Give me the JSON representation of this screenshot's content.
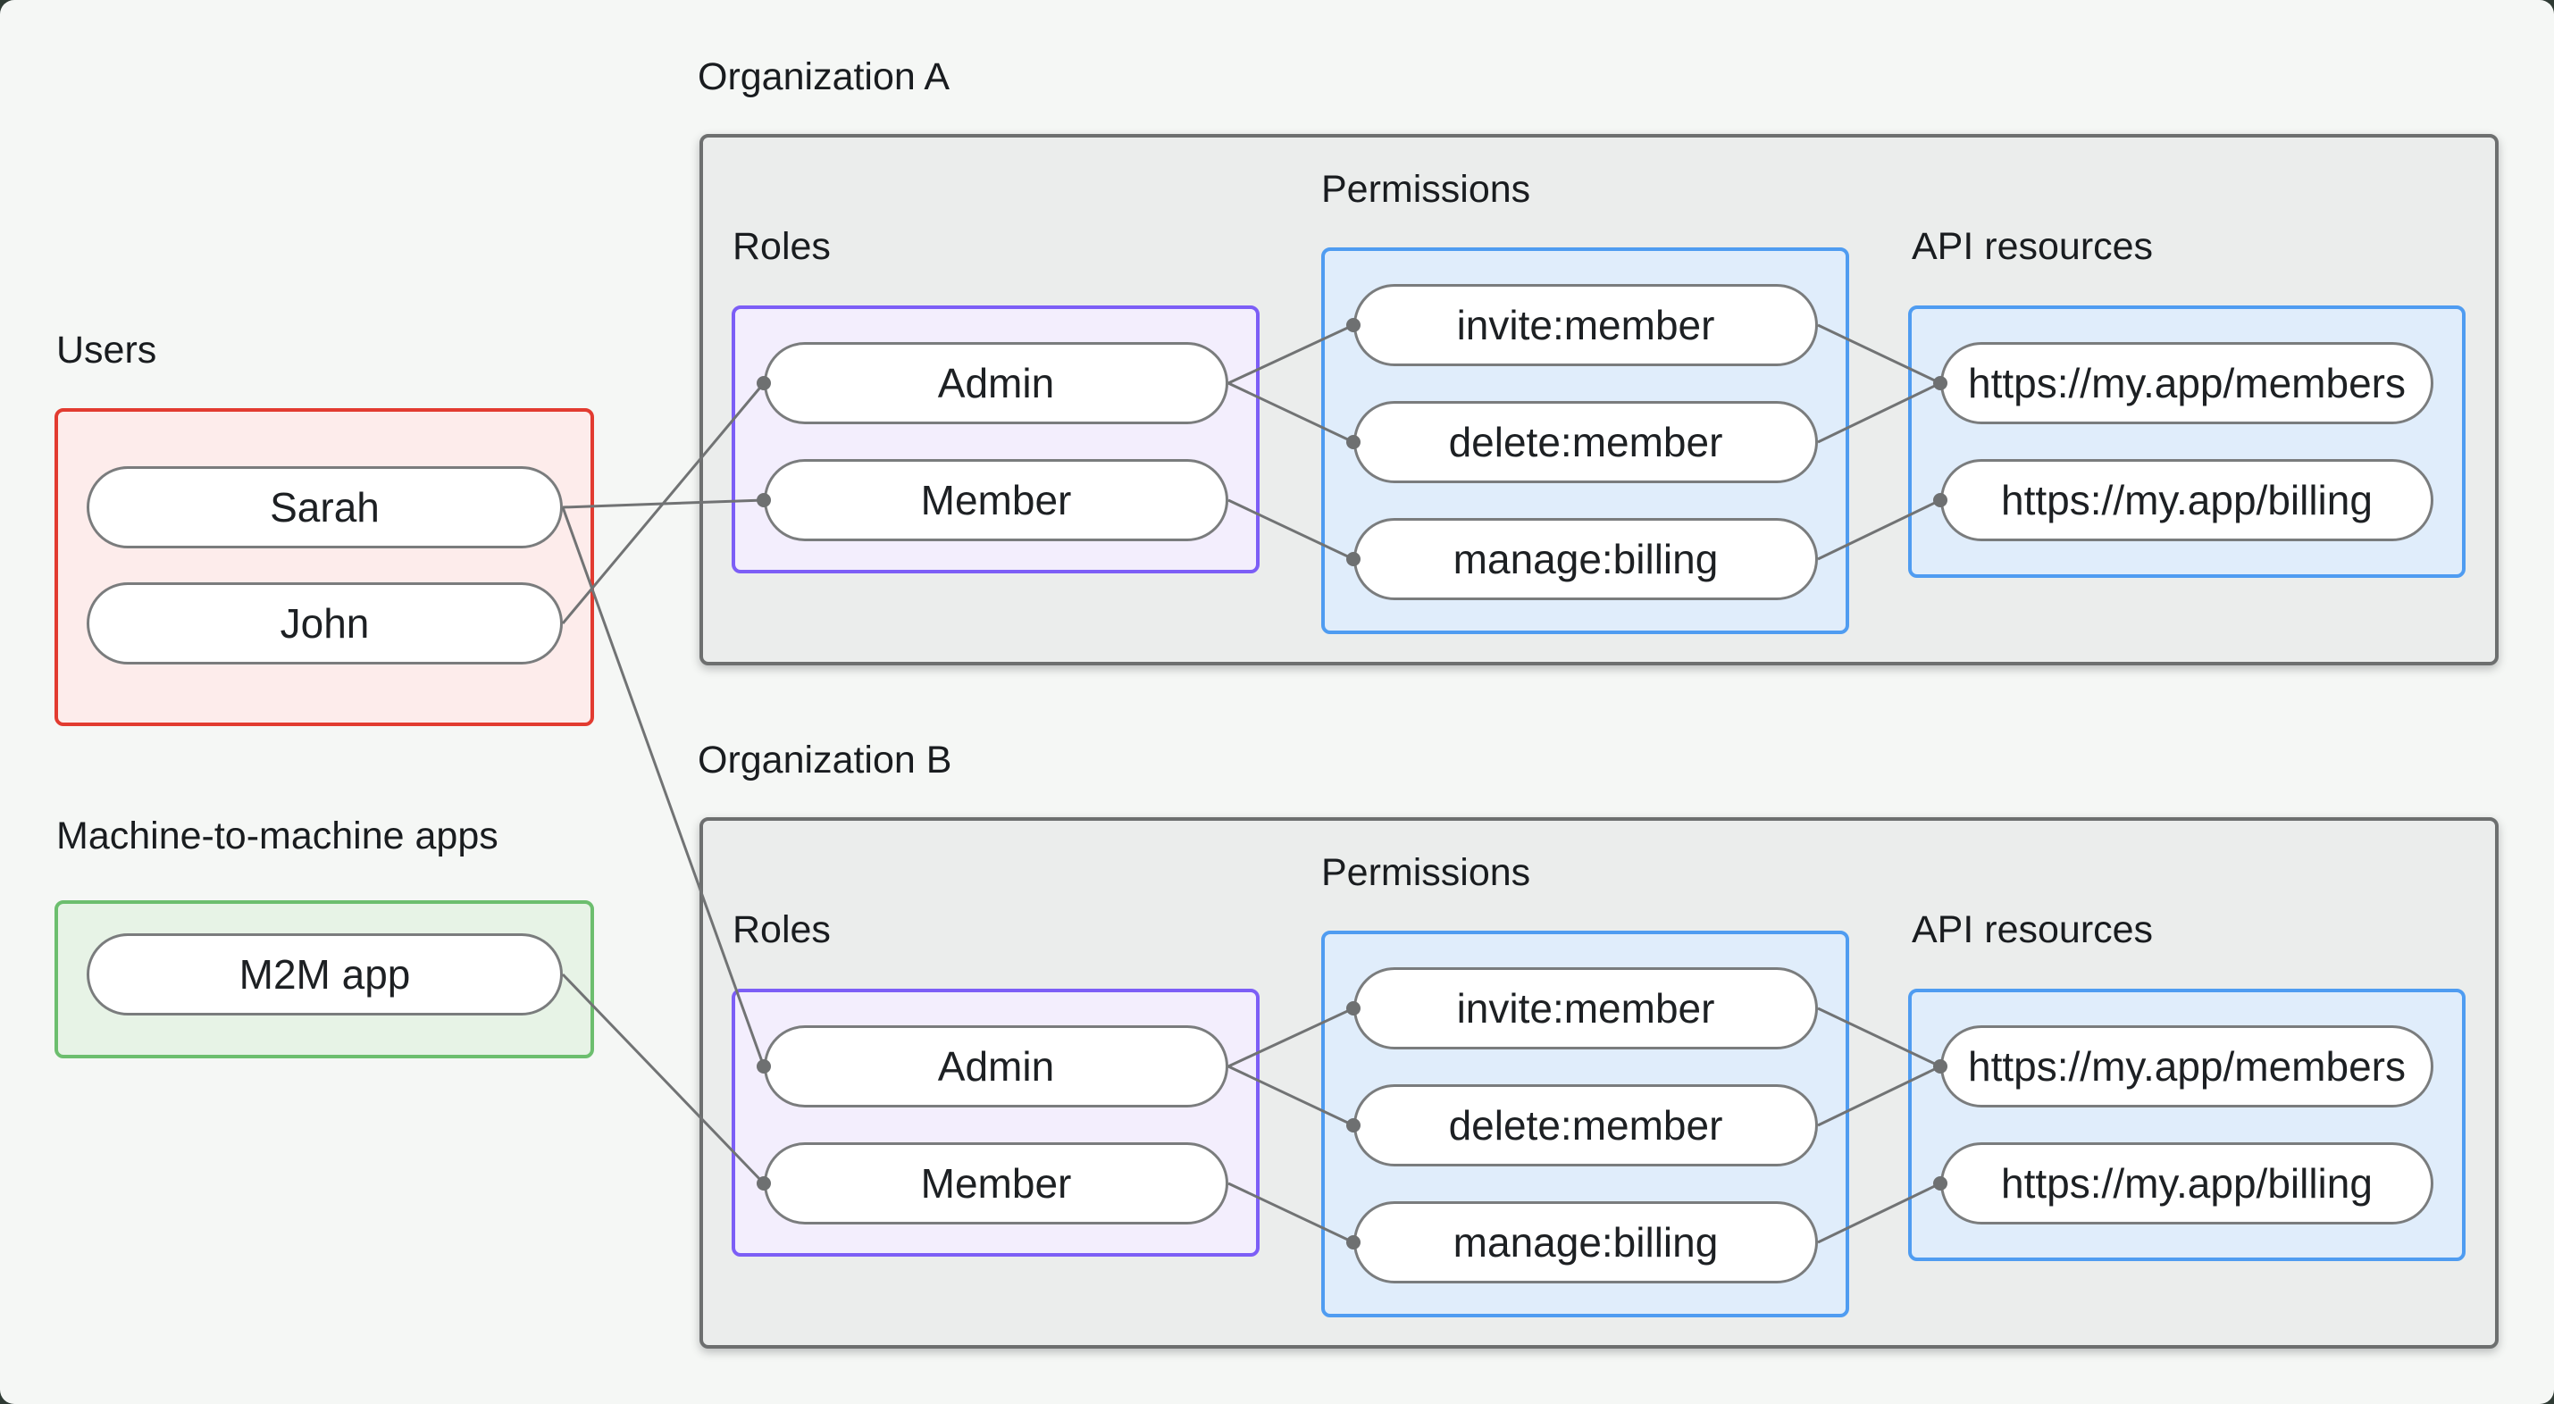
{
  "users_group": {
    "label": "Users",
    "users": [
      "Sarah",
      "John"
    ]
  },
  "m2m_group": {
    "label": "Machine-to-machine apps",
    "apps": [
      "M2M app"
    ]
  },
  "org_a": {
    "title": "Organization A",
    "roles_label": "Roles",
    "permissions_label": "Permissions",
    "api_label": "API resources",
    "roles": [
      "Admin",
      "Member"
    ],
    "permissions": [
      "invite:member",
      "delete:member",
      "manage:billing"
    ],
    "api_resources": [
      "https://my.app/members",
      "https://my.app/billing"
    ]
  },
  "org_b": {
    "title": "Organization B",
    "roles_label": "Roles",
    "permissions_label": "Permissions",
    "api_label": "API resources",
    "roles": [
      "Admin",
      "Member"
    ],
    "permissions": [
      "invite:member",
      "delete:member",
      "manage:billing"
    ],
    "api_resources": [
      "https://my.app/members",
      "https://my.app/billing"
    ]
  },
  "connections": [
    {
      "from": "users.sarah",
      "to": "org_a.roles.member"
    },
    {
      "from": "users.john",
      "to": "org_a.roles.admin"
    },
    {
      "from": "users.sarah",
      "to": "org_b.roles.admin"
    },
    {
      "from": "m2m.m2m_app",
      "to": "org_b.roles.member"
    },
    {
      "from": "org_a.roles.admin",
      "to": "org_a.permissions.invite:member"
    },
    {
      "from": "org_a.roles.admin",
      "to": "org_a.permissions.delete:member"
    },
    {
      "from": "org_a.roles.member",
      "to": "org_a.permissions.manage:billing"
    },
    {
      "from": "org_a.permissions.invite:member",
      "to": "org_a.api.https://my.app/members"
    },
    {
      "from": "org_a.permissions.delete:member",
      "to": "org_a.api.https://my.app/members"
    },
    {
      "from": "org_a.permissions.manage:billing",
      "to": "org_a.api.https://my.app/billing"
    },
    {
      "from": "org_b.roles.admin",
      "to": "org_b.permissions.invite:member"
    },
    {
      "from": "org_b.roles.admin",
      "to": "org_b.permissions.delete:member"
    },
    {
      "from": "org_b.roles.member",
      "to": "org_b.permissions.manage:billing"
    },
    {
      "from": "org_b.permissions.invite:member",
      "to": "org_b.api.https://my.app/members"
    },
    {
      "from": "org_b.permissions.delete:member",
      "to": "org_b.api.https://my.app/members"
    },
    {
      "from": "org_b.permissions.manage:billing",
      "to": "org_b.api.https://my.app/billing"
    }
  ],
  "colors": {
    "page_bg": "#f5f7f5",
    "org_fill": "#ebedec",
    "org_border": "#6d6f6f",
    "users_fill": "#fdeceb",
    "users_border": "#e23b30",
    "m2m_fill": "#e7f3e6",
    "m2m_border": "#6cbe6e",
    "roles_fill": "#f3eefd",
    "roles_border": "#7c5ef6",
    "blue_fill": "#e0edfb",
    "blue_border": "#4f9cf1",
    "pill_fill": "#ffffff",
    "pill_border": "#7a7c7d",
    "line": "#717374",
    "text": "#1d2023"
  }
}
